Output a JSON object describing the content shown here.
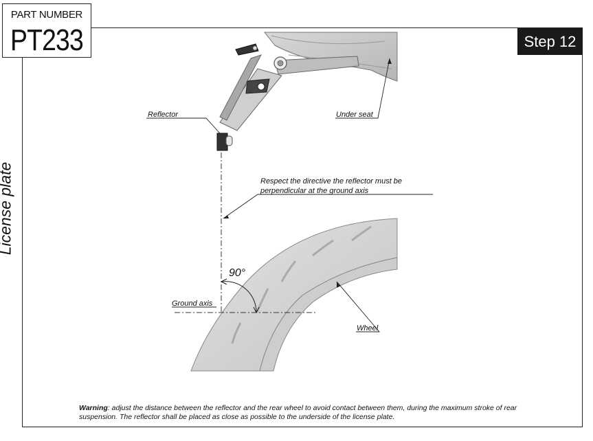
{
  "part": {
    "label": "PART NUMBER",
    "code": "PT233"
  },
  "step": {
    "label": "Step 12"
  },
  "side_label": "License plate",
  "callouts": {
    "reflector": "Reflector",
    "under_seat": "Under seat",
    "directive_line1": "Respect the directive the reflector must be",
    "directive_line2": "perpendicular at the ground axis",
    "angle": "90°",
    "ground_axis": "Ground axis",
    "wheel": "Wheel"
  },
  "warning": {
    "prefix": "Warning",
    "text": ": adjust the distance between the reflector and the rear wheel to avoid contact between them, during the maximum stroke of rear suspension. The reflector shall be placed as close as possible to the underside of the license plate."
  }
}
